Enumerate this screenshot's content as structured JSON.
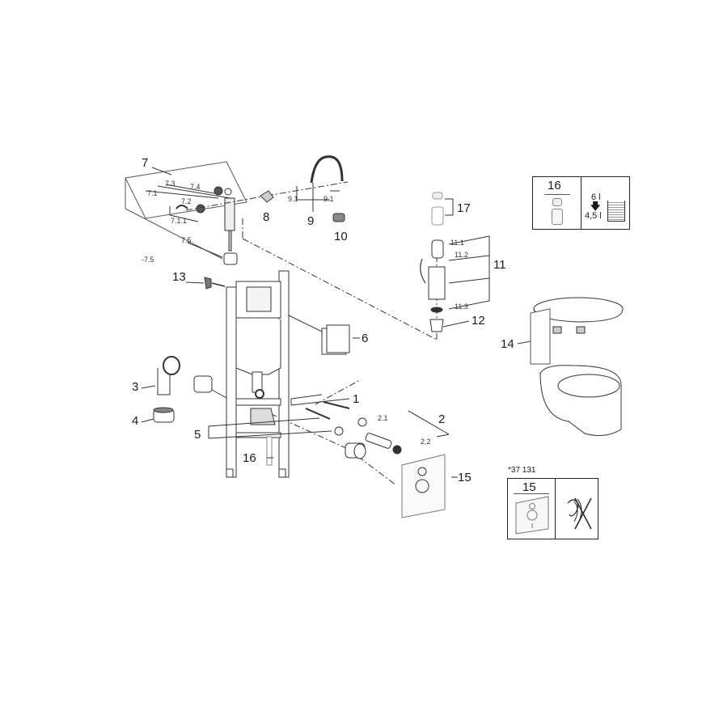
{
  "diagram": {
    "type": "exploded-parts-diagram",
    "subject": "wall-hung WC installation frame set",
    "callouts": [
      {
        "id": "1",
        "label": "1"
      },
      {
        "id": "2",
        "label": "2"
      },
      {
        "id": "2.1",
        "label": "2.1"
      },
      {
        "id": "2.2",
        "label": "2.2"
      },
      {
        "id": "3",
        "label": "3"
      },
      {
        "id": "4",
        "label": "4"
      },
      {
        "id": "5",
        "label": "5"
      },
      {
        "id": "6",
        "label": "6"
      },
      {
        "id": "7",
        "label": "7"
      },
      {
        "id": "7.1",
        "label": "7.1"
      },
      {
        "id": "7.1.1",
        "label": "7.1.1"
      },
      {
        "id": "7.2",
        "label": "7.2"
      },
      {
        "id": "7.3",
        "label": "7.3"
      },
      {
        "id": "7.4",
        "label": "7.4"
      },
      {
        "id": "7.5a",
        "label": "7.5"
      },
      {
        "id": "7.5b",
        "label": "-7.5"
      },
      {
        "id": "8",
        "label": "8"
      },
      {
        "id": "9",
        "label": "9"
      },
      {
        "id": "9.1a",
        "label": "9.1"
      },
      {
        "id": "9.1b",
        "label": "9.1"
      },
      {
        "id": "10",
        "label": "10"
      },
      {
        "id": "11",
        "label": "11"
      },
      {
        "id": "11.1",
        "label": "11.1"
      },
      {
        "id": "11.2",
        "label": "11.2"
      },
      {
        "id": "11.3",
        "label": "11.3"
      },
      {
        "id": "12",
        "label": "12"
      },
      {
        "id": "13",
        "label": "13"
      },
      {
        "id": "14",
        "label": "14"
      },
      {
        "id": "15",
        "label": "15"
      },
      {
        "id": "16",
        "label": "16"
      },
      {
        "id": "17",
        "label": "17"
      }
    ],
    "inset_flush": {
      "part": "16",
      "volume_high": "6 l",
      "volume_low": "4,5 l",
      "arrow": "down-arrow-icon"
    },
    "inset_soundproof": {
      "note": "*37 131",
      "part": "15",
      "icon": "no-noise-ear-icon"
    }
  }
}
